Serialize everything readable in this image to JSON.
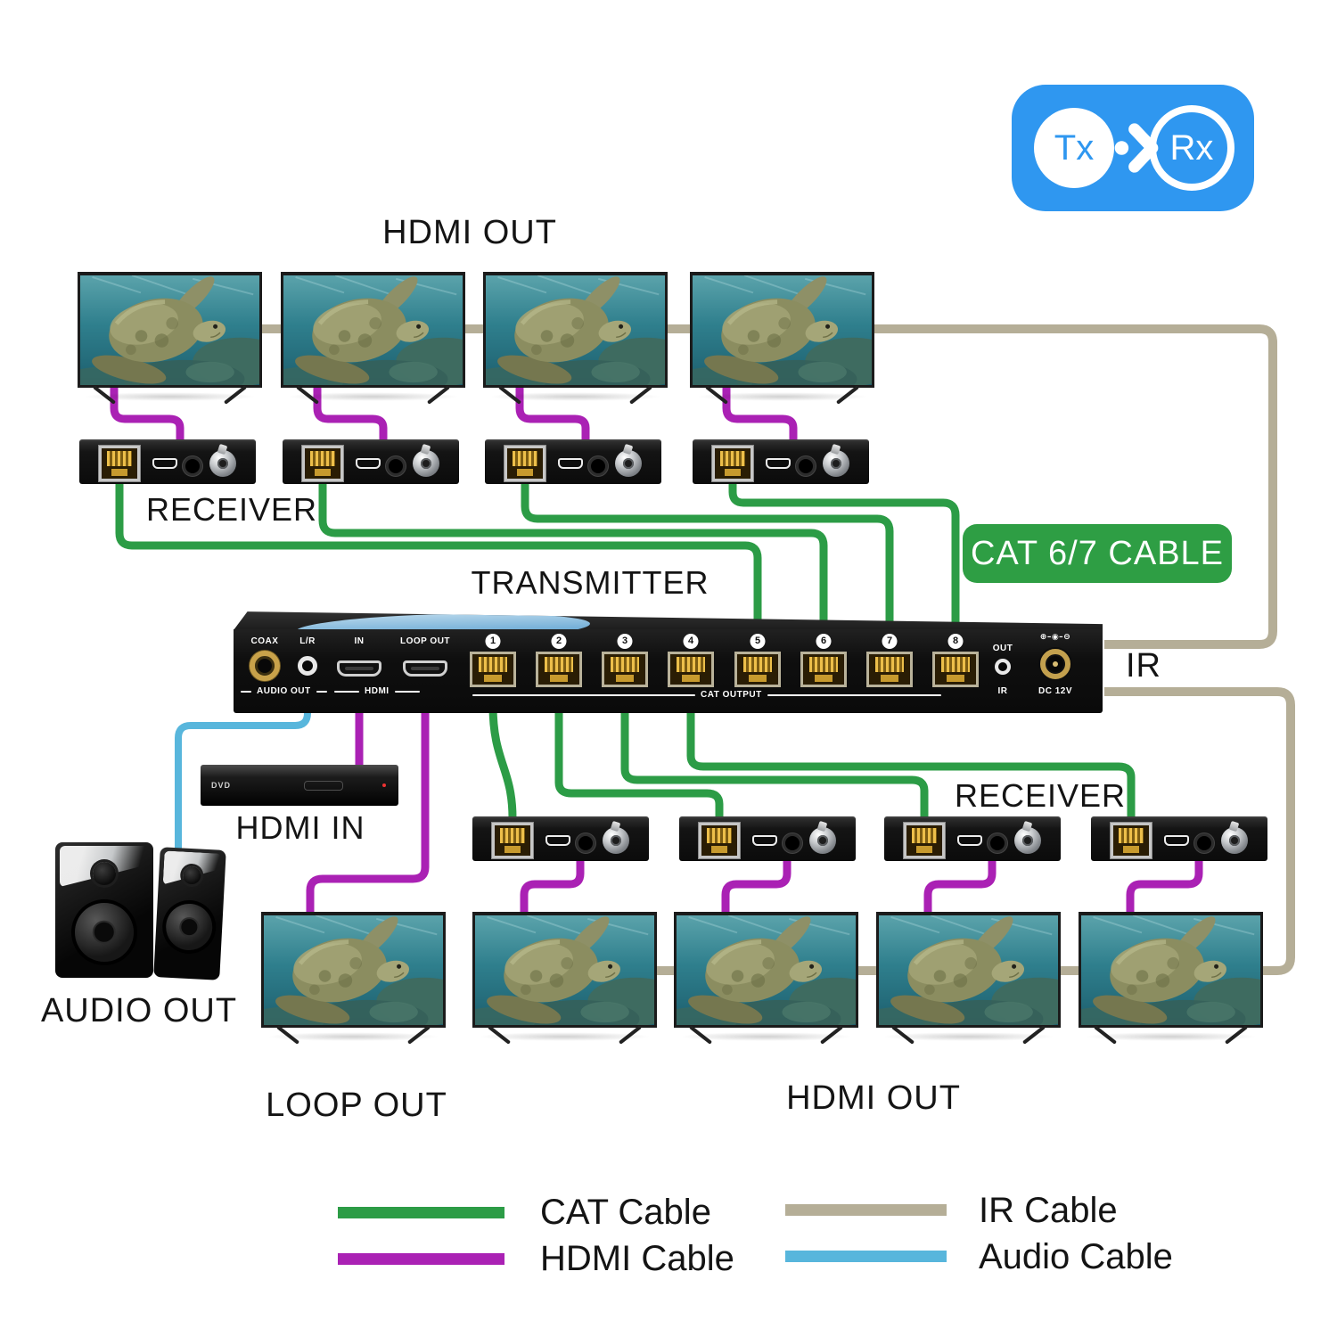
{
  "badge": {
    "tx": "Tx",
    "rx": "Rx"
  },
  "labels": {
    "hdmi_out_top": "HDMI OUT",
    "receiver_top": "RECEIVER",
    "transmitter": "TRANSMITTER",
    "cat_cable_badge": "CAT 6/7 CABLE",
    "ir": "IR",
    "hdmi_in": "HDMI IN",
    "audio_out": "AUDIO OUT",
    "receiver_bottom": "RECEIVER",
    "loop_out": "LOOP OUT",
    "hdmi_out_bottom": "HDMI OUT"
  },
  "transmitter_panel": {
    "coax": "COAX",
    "lr": "L/R",
    "audio_group": "AUDIO OUT",
    "hdmi_in": "IN",
    "loop_out": "LOOP OUT",
    "hdmi_group": "HDMI",
    "ports": [
      "1",
      "2",
      "3",
      "4",
      "5",
      "6",
      "7",
      "8"
    ],
    "cat_group": "CAT OUTPUT",
    "ir_out": "OUT",
    "ir_label": "IR",
    "dc": "DC 12V",
    "polarity": "⊕–◉–⊖"
  },
  "dvd_player": {
    "logo": "DVD"
  },
  "legend": {
    "items": [
      {
        "label": "CAT Cable"
      },
      {
        "label": "HDMI Cable"
      },
      {
        "label": "IR Cable"
      },
      {
        "label": "Audio Cable"
      }
    ]
  },
  "colors": {
    "cat": "#2C9C46",
    "hdmi": "#AA21B4",
    "ir": "#B5AE97",
    "audio": "#58B6DC",
    "badge_blue": "#2F97F0",
    "badge_green": "#2E9E44",
    "text": "#141414"
  }
}
